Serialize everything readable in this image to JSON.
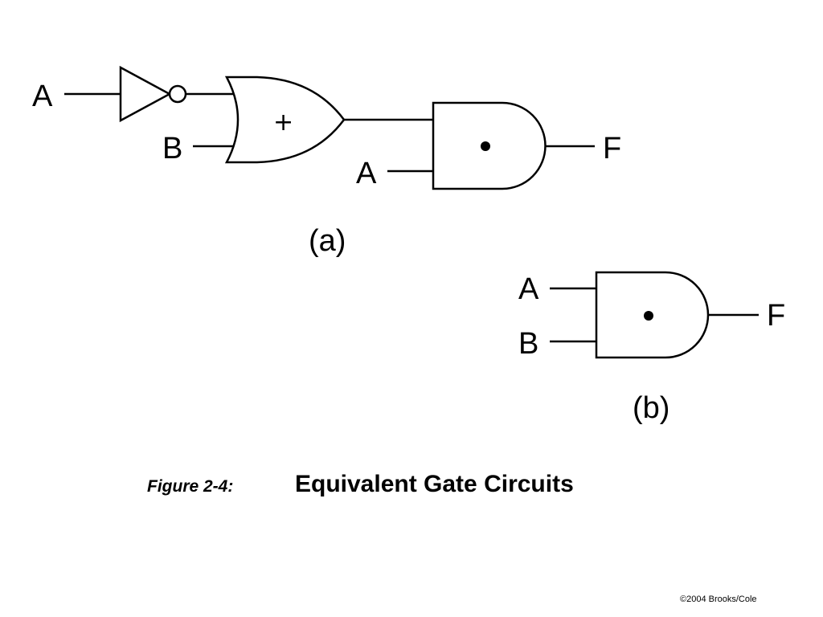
{
  "circuit_a": {
    "input_a": "A",
    "input_b": "B",
    "and_input_a": "A",
    "output": "F",
    "or_symbol": "+",
    "and_symbol": "•",
    "sublabel": "(a)"
  },
  "circuit_b": {
    "input_a": "A",
    "input_b": "B",
    "output": "F",
    "and_symbol": "•",
    "sublabel": "(b)"
  },
  "caption": {
    "prefix": "Figure 2-4:",
    "title": "Equivalent Gate Circuits"
  },
  "copyright": "©2004 Brooks/Cole"
}
